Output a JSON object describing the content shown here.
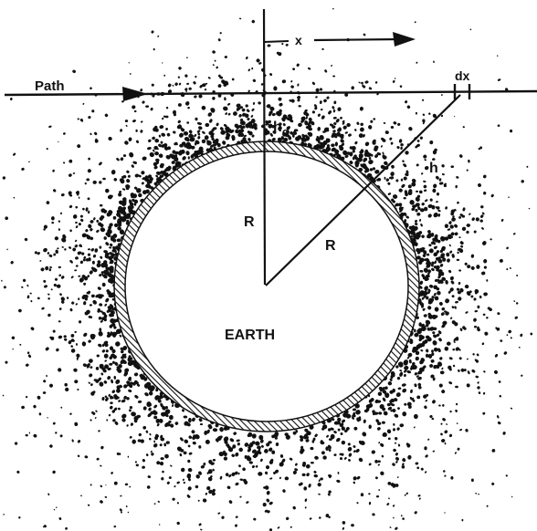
{
  "labels": {
    "path": "Path",
    "x": "x",
    "dx": "dx",
    "h0_base": "h",
    "h0_sub": "o",
    "h": "h",
    "R_vertical": "R",
    "R_diagonal": "R",
    "earth": "EARTH"
  },
  "colors": {
    "ink": "#111111",
    "background": "#ffffff"
  }
}
